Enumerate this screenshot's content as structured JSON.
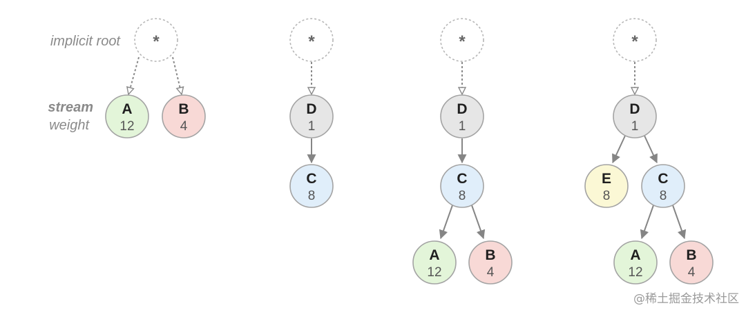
{
  "legend": {
    "root_label": "implicit root",
    "stream_label": "stream",
    "weight_label": "weight"
  },
  "colors": {
    "A": "#e3f5d9",
    "B": "#f8d9d6",
    "C": "#e0eefa",
    "D": "#e6e6e6",
    "E": "#fbf8d5",
    "stroke": "#a3a3a3",
    "edge": "#858585",
    "root_stroke": "#b5b5b5"
  },
  "diagrams": [
    {
      "root": {
        "label": "*"
      },
      "nodes": [
        {
          "id": "A",
          "weight": "12"
        },
        {
          "id": "B",
          "weight": "4"
        }
      ]
    },
    {
      "root": {
        "label": "*"
      },
      "nodes": [
        {
          "id": "D",
          "weight": "1"
        },
        {
          "id": "C",
          "weight": "8"
        }
      ]
    },
    {
      "root": {
        "label": "*"
      },
      "nodes": [
        {
          "id": "D",
          "weight": "1"
        },
        {
          "id": "C",
          "weight": "8"
        },
        {
          "id": "A",
          "weight": "12"
        },
        {
          "id": "B",
          "weight": "4"
        }
      ]
    },
    {
      "root": {
        "label": "*"
      },
      "nodes": [
        {
          "id": "D",
          "weight": "1"
        },
        {
          "id": "E",
          "weight": "8"
        },
        {
          "id": "C",
          "weight": "8"
        },
        {
          "id": "A",
          "weight": "12"
        },
        {
          "id": "B",
          "weight": "4"
        }
      ]
    }
  ],
  "watermark": "@稀土掘金技术社区"
}
